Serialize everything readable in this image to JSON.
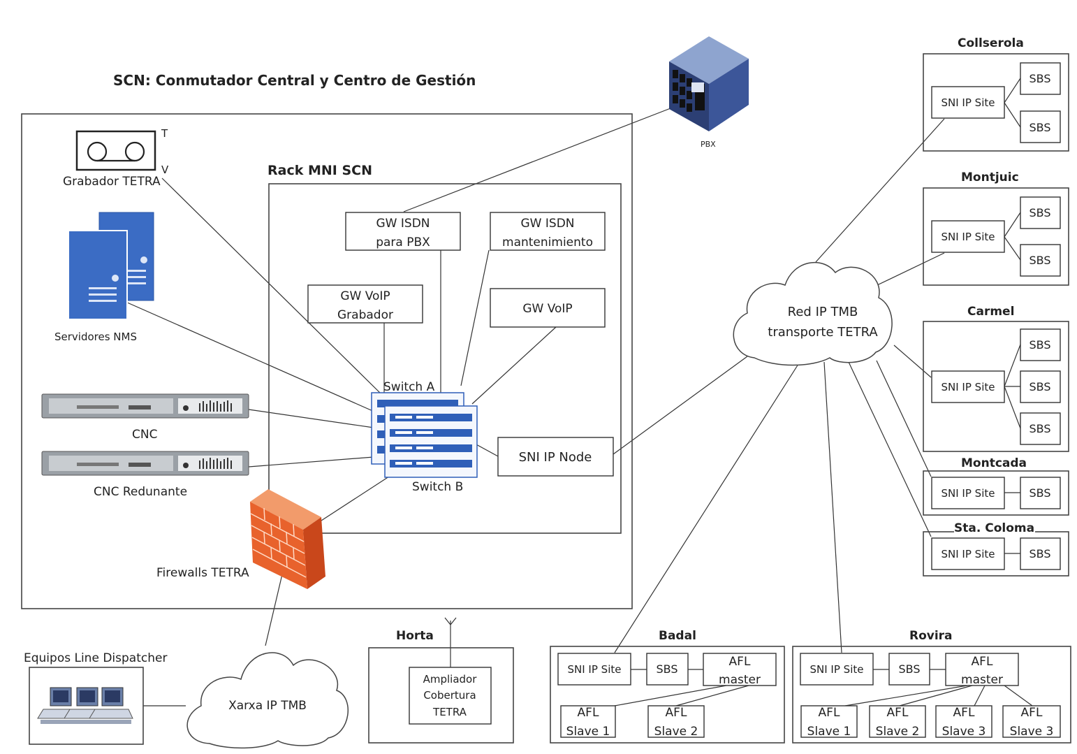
{
  "title": "SCN: Conmutador Central y Centro de Gestión",
  "rack": {
    "title": "Rack MNI SCN",
    "gw_isdn_pbx": [
      "GW ISDN",
      "para PBX"
    ],
    "gw_isdn_mant": [
      "GW ISDN",
      "mantenimiento"
    ],
    "gw_voip_grab": [
      "GW VoIP",
      "Grabador"
    ],
    "gw_voip": "GW VoIP",
    "switch_a": "Switch A",
    "switch_b": "Switch B",
    "sni_ip_node": "SNI IP Node"
  },
  "left": {
    "grabador": "Grabador TETRA",
    "grabador_t": "T",
    "grabador_v": "V",
    "servidores": "Servidores NMS",
    "cnc": "CNC",
    "cnc_red": "CNC Redunante",
    "firewalls": "Firewalls TETRA"
  },
  "pbx": "PBX",
  "dispatcher": {
    "title": "Equipos Line Dispatcher",
    "cloud": "Xarxa IP TMB"
  },
  "horta": {
    "title": "Horta",
    "box": [
      "Ampliador",
      "Cobertura",
      "TETRA"
    ]
  },
  "cloud_main": [
    "Red IP TMB",
    "transporte TETRA"
  ],
  "sites": {
    "collserola": "Collserola",
    "montjuic": "Montjuic",
    "carmel": "Carmel",
    "montcada": "Montcada",
    "stacoloma": "Sta. Coloma",
    "badal": "Badal",
    "rovira": "Rovira"
  },
  "labels": {
    "sni_ip_site": "SNI IP Site",
    "sbs": "SBS",
    "afl_master": [
      "AFL",
      "master"
    ],
    "slave1": [
      "AFL",
      "Slave 1"
    ],
    "slave2": [
      "AFL",
      "Slave 2"
    ],
    "slave3": [
      "AFL",
      "Slave 3"
    ]
  },
  "colors": {
    "server_blue": "#3b6cc4",
    "firewall_orange": "#e8622c",
    "switch_blue": "#2f5fb8"
  }
}
